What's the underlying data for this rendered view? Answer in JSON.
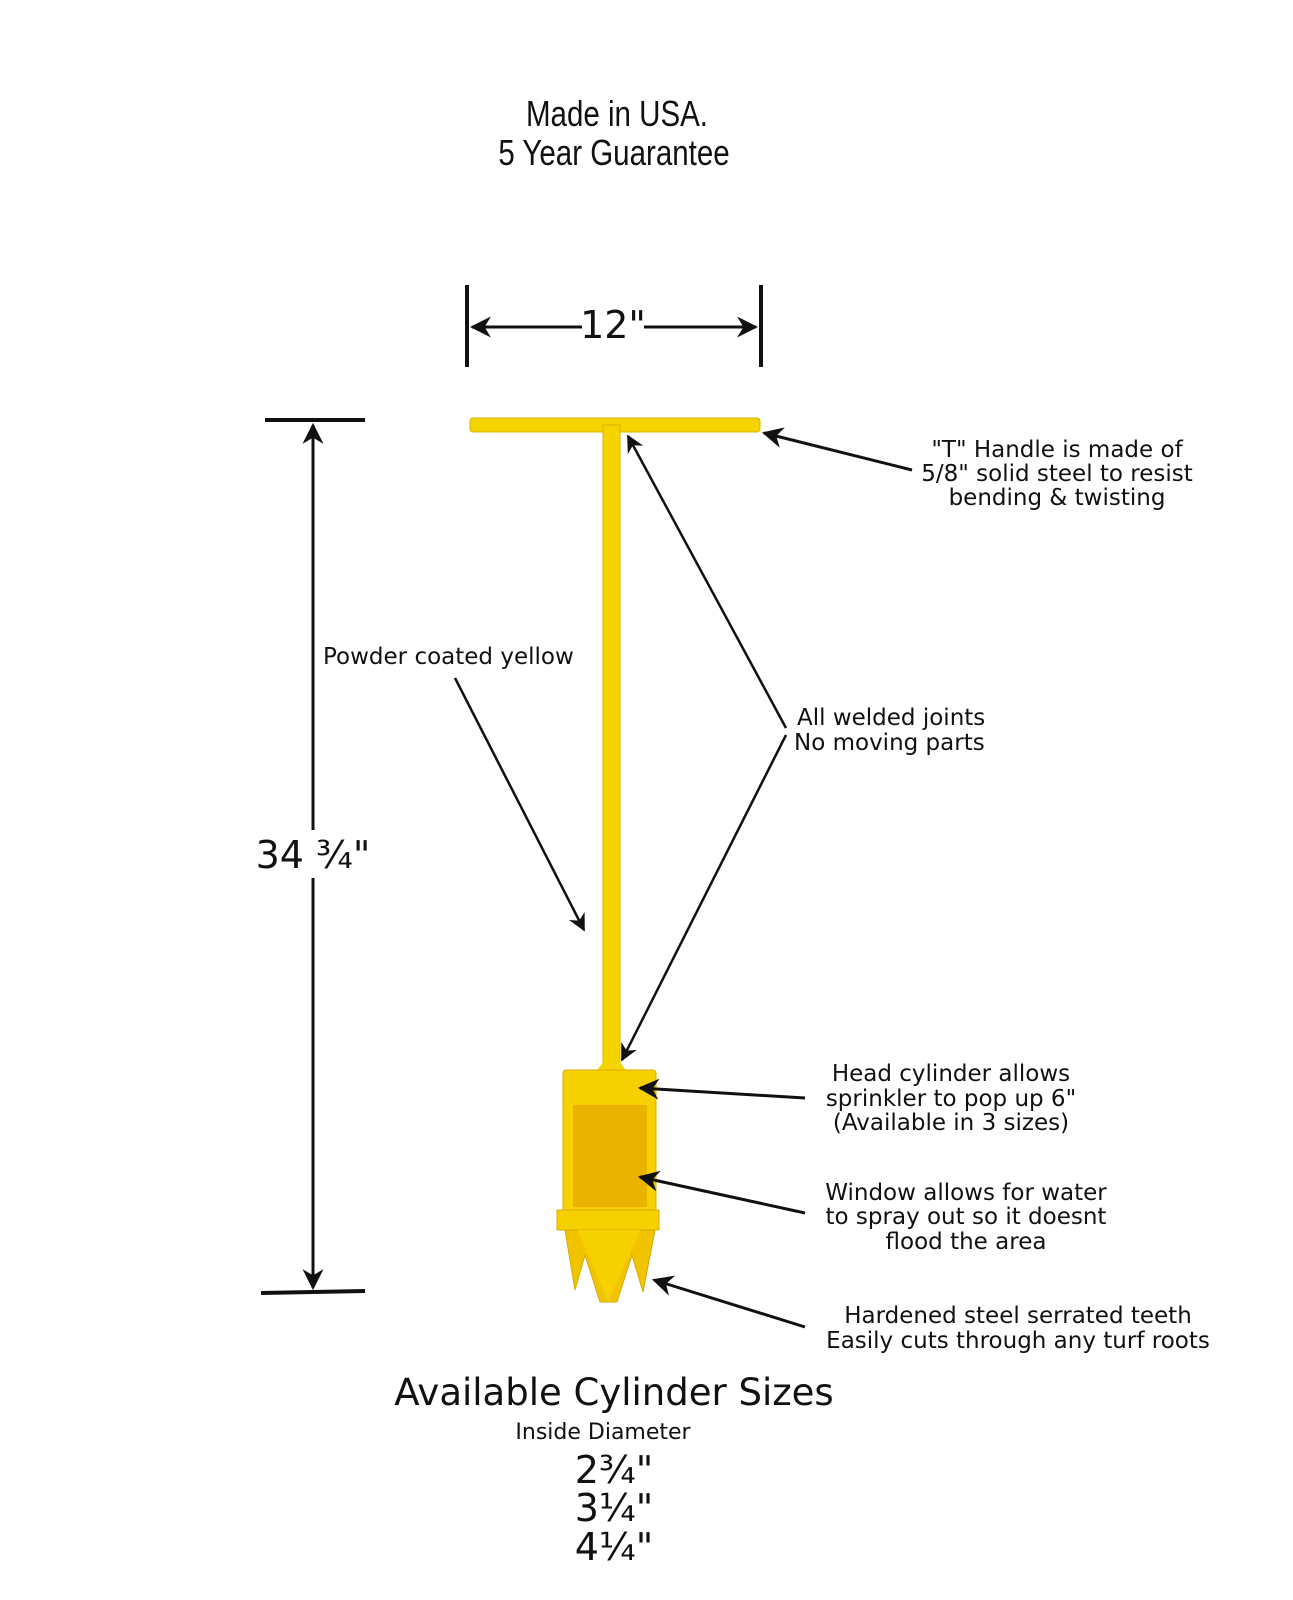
{
  "header": {
    "line1": "Made in USA.",
    "line2": "5 Year Guarantee"
  },
  "dimensions": {
    "width": "12\"",
    "height": "34 ¾\""
  },
  "callouts": {
    "handle": [
      "\"T\" Handle is made of",
      "5/8\" solid steel to resist",
      "bending & twisting"
    ],
    "coating": "Powder coated yellow",
    "joints": [
      "All welded joints",
      "No moving parts"
    ],
    "cylinder": [
      "Head cylinder allows",
      "sprinkler to pop up 6\"",
      "(Available in 3 sizes)"
    ],
    "window": [
      "Window allows for water",
      "to spray out so it doesnt",
      "flood the area"
    ],
    "teeth": [
      "Hardened steel serrated teeth",
      "Easily cuts through any turf roots"
    ]
  },
  "sizes": {
    "title": "Available Cylinder Sizes",
    "subtitle": "Inside Diameter",
    "items": [
      "2¾\"",
      "3¼\"",
      "4¼\""
    ]
  },
  "colors": {
    "yellow": "#f5d400",
    "window": "#e9b300",
    "ink": "#111111"
  }
}
